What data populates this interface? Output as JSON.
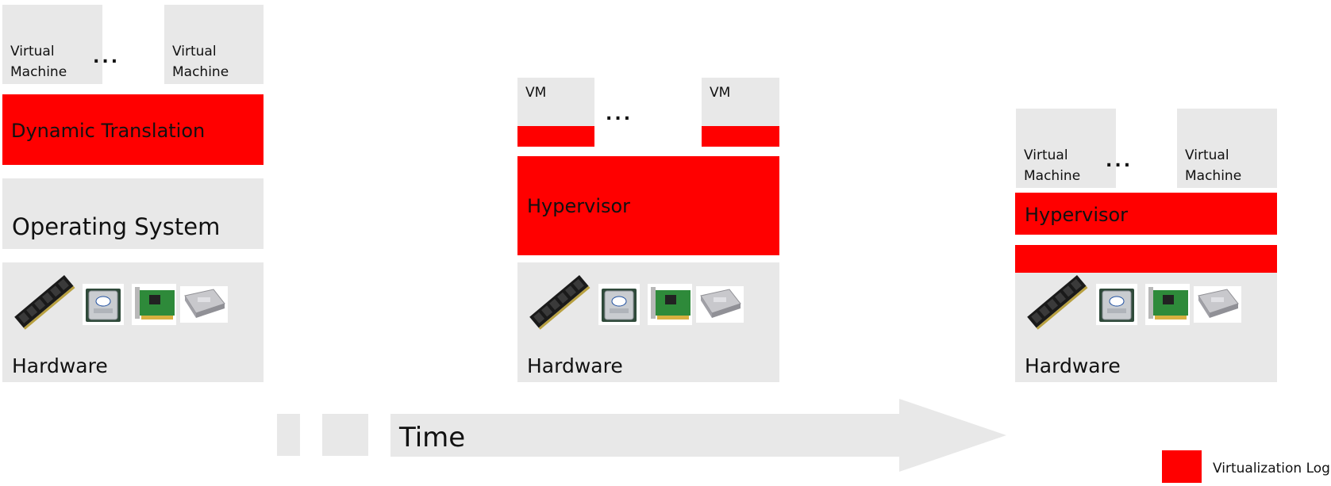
{
  "colors": {
    "virtualization": "#ff0000",
    "layer": "#e8e8e8",
    "text": "#111111"
  },
  "stacks": [
    {
      "vm_labels": [
        "Virtual Machine",
        "Virtual Machine"
      ],
      "ellipsis": "...",
      "translation_label": "Dynamic Translation",
      "os_label": "Operating System",
      "hardware_label": "Hardware"
    },
    {
      "vm_labels": [
        "VM",
        "VM"
      ],
      "ellipsis": "...",
      "hypervisor_label": "Hypervisor",
      "hardware_label": "Hardware"
    },
    {
      "vm_labels": [
        "Virtual Machine",
        "Virtual Machine"
      ],
      "ellipsis": "...",
      "hypervisor_label": "Hypervisor",
      "hardware_label": "Hardware"
    }
  ],
  "hardware_icons": [
    "ram-module-icon",
    "cpu-chip-icon",
    "network-card-icon",
    "hard-disk-icon"
  ],
  "timeline": {
    "label": "Time"
  },
  "legend": {
    "label": "Virtualization Logic"
  }
}
